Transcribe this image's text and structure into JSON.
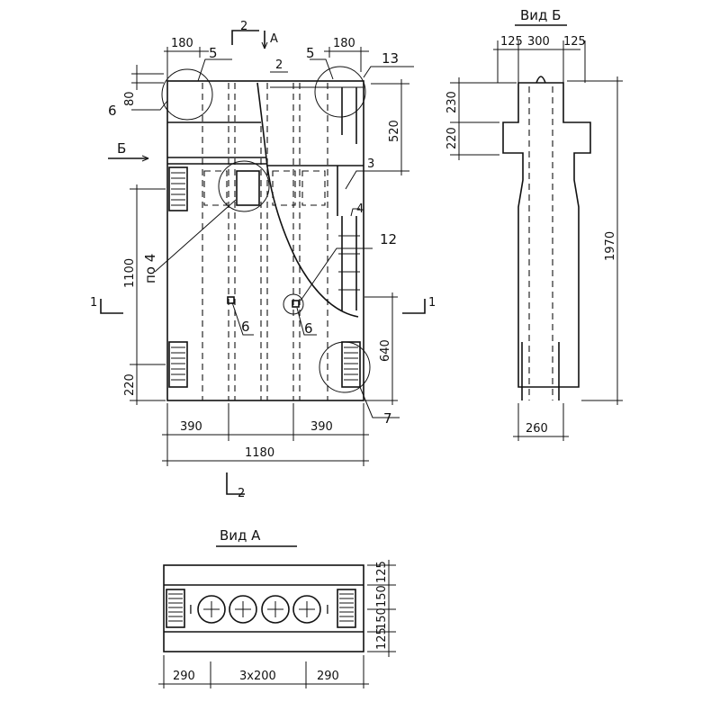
{
  "main_view": {
    "section_2_label": "2",
    "view_a_arrow": "А",
    "view_b_arrow": "Б",
    "section_1_left": "1",
    "section_1_right": "1",
    "section_2_bottom": "2",
    "dims": {
      "top_left_180": "180",
      "top_right_180": "180",
      "left_80": "80",
      "right_520": "520",
      "left_1100": "1100",
      "left_220": "220",
      "right_640": "640",
      "bottom_left_390": "390",
      "bottom_right_390": "390",
      "overall_1180": "1180"
    },
    "callouts": {
      "c5_left": "5",
      "c5_right": "5",
      "c2": "2",
      "c13": "13",
      "c6_left": "6",
      "c3": "3",
      "c4": "4",
      "c12": "12",
      "c_po4": "по 4",
      "c6_a": "6",
      "c6_b": "6",
      "c7": "7"
    }
  },
  "view_b": {
    "title": "Вид Б",
    "dims": {
      "top_125a": "125",
      "top_300": "300",
      "top_125b": "125",
      "d230": "230",
      "d220": "220",
      "d1970": "1970",
      "d260": "260"
    }
  },
  "view_a": {
    "title": "Вид А",
    "marker_left": "I",
    "marker_right": "I",
    "dims": {
      "d290a": "290",
      "d3x200": "3x200",
      "d290b": "290",
      "r125a": "125",
      "r150a": "150",
      "r150b": "150",
      "r125b": "125"
    }
  }
}
